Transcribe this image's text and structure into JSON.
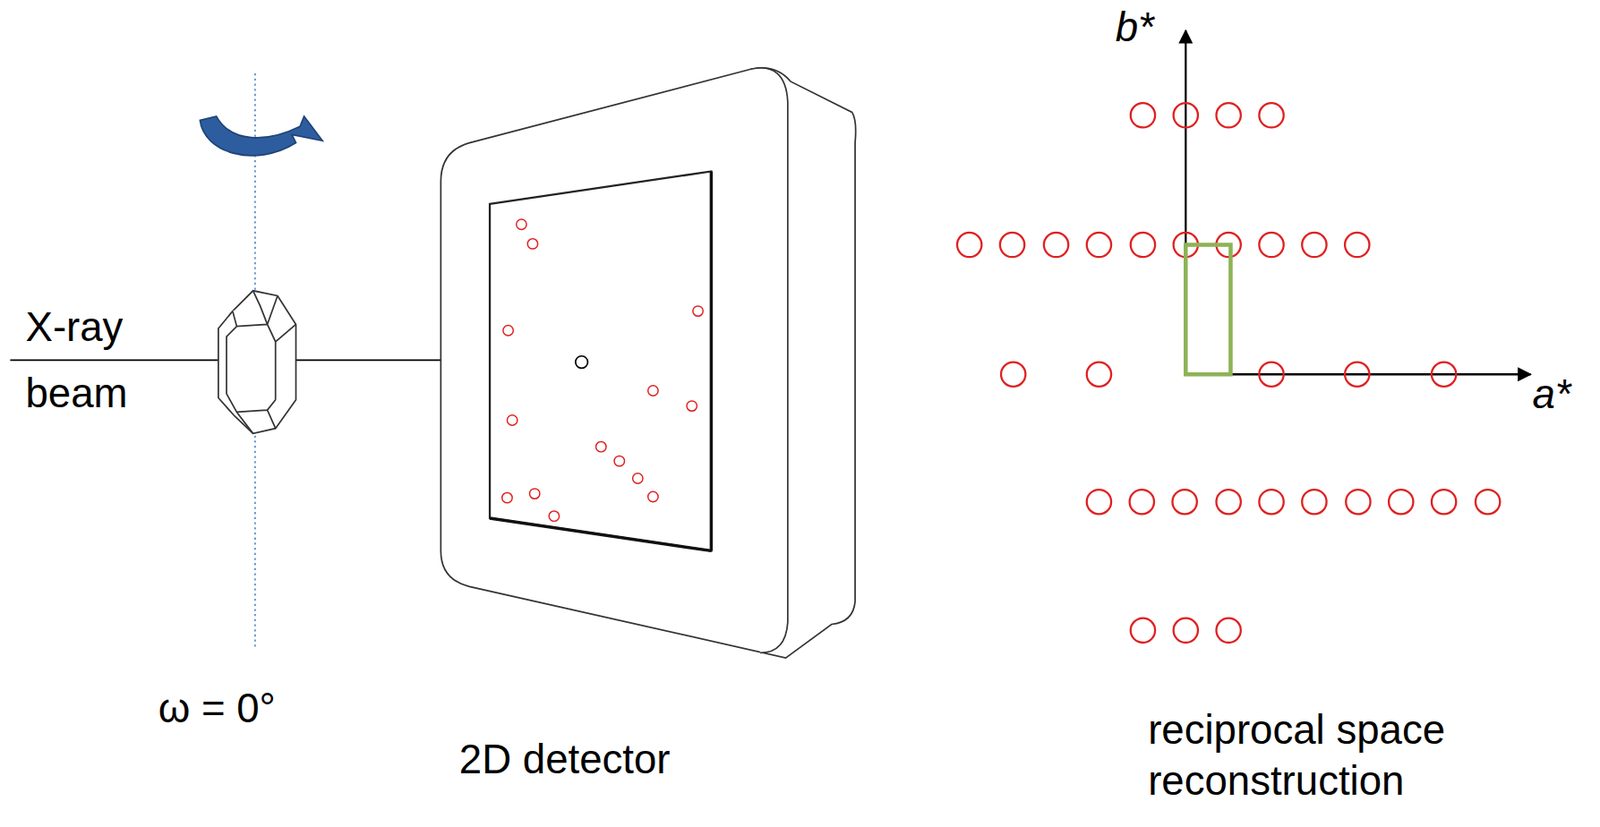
{
  "diagram": {
    "labels": [
      "X-ray beam",
      "ω = 0°",
      "2D detector",
      "reciprocal space reconstruction",
      "b*",
      "a*"
    ]
  }
}
